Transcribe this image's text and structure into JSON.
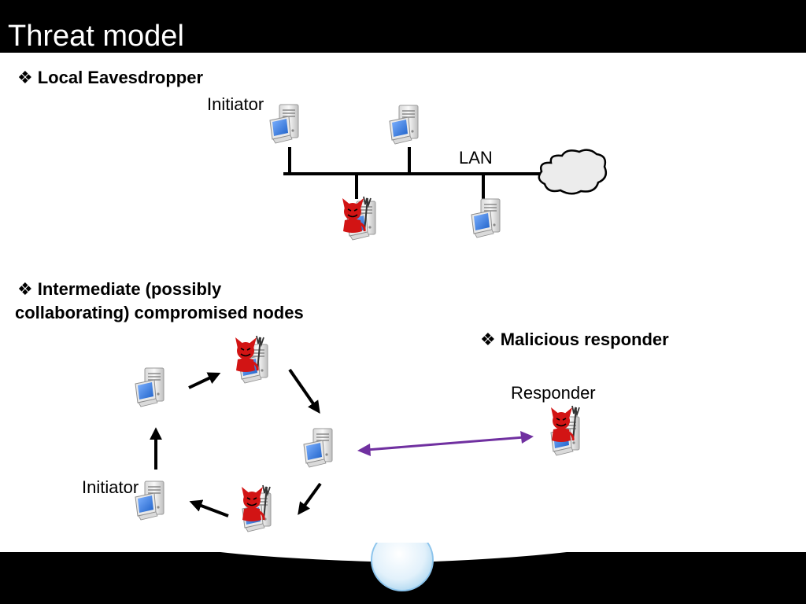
{
  "slide": {
    "title": "Threat model"
  },
  "bullets": {
    "marker": "❖",
    "local": "Local Eavesdropper",
    "intermediate_line1": "Intermediate (possibly",
    "intermediate_line2": "collaborating) compromised nodes",
    "malicious": "Malicious responder"
  },
  "labels": {
    "initiator_top": "Initiator",
    "lan": "LAN",
    "initiator_bottom": "Initiator",
    "responder": "Responder"
  },
  "colors": {
    "title_bar": "#000000",
    "double_arrow": "#7030a0",
    "devil": "#d21414",
    "cloud": "#ececec"
  },
  "icons": [
    "computer-icon",
    "devil-icon",
    "cloud-icon"
  ]
}
